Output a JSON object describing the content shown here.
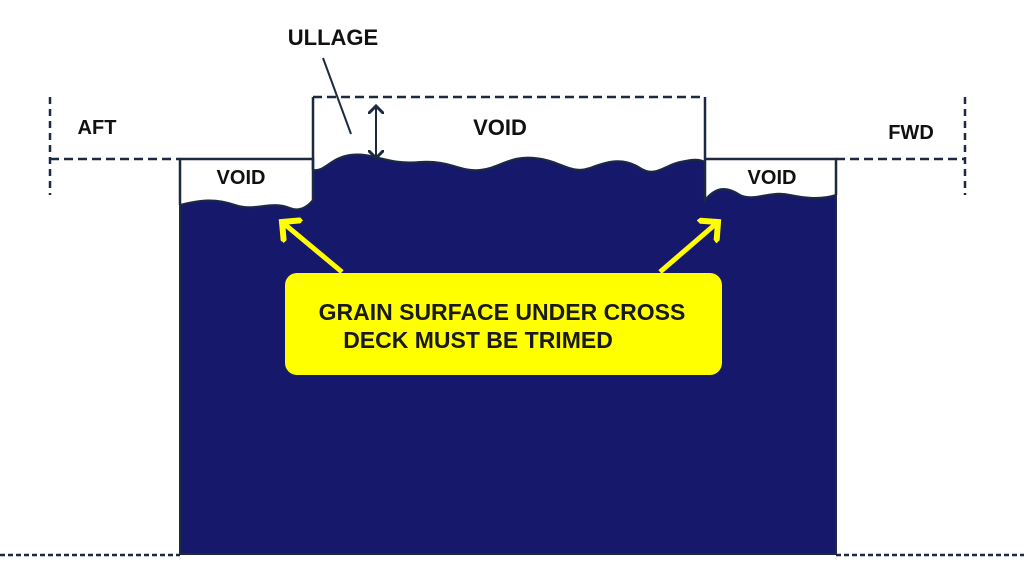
{
  "labels": {
    "ullage": "ULLAGE",
    "aft": "AFT",
    "fwd": "FWD",
    "void_center": "VOID",
    "void_left": "VOID",
    "void_right": "VOID"
  },
  "callout": {
    "line1": "GRAIN SURFACE UNDER CROSS",
    "line2": "DECK MUST BE TRIMED"
  },
  "colors": {
    "grain": "#16186b",
    "callout": "#ffff00",
    "line": "#1b2a40"
  }
}
